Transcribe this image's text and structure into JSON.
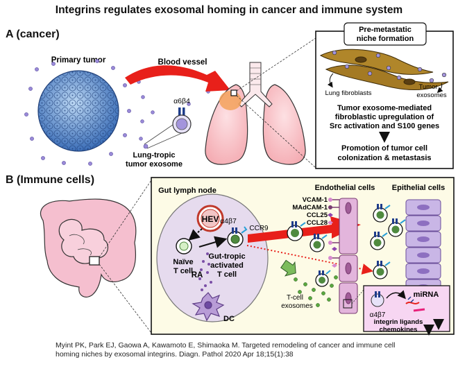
{
  "title": "Integrins regulates exosomal homing in cancer and immune system",
  "panel_a": {
    "label": "A (cancer)",
    "primary_tumor": "Primary tumor",
    "blood_vessel": "Blood vessel",
    "integrin": "α6β4",
    "exosome_label": [
      "Lung-tropic",
      "tumor exosome"
    ],
    "inset": {
      "header": [
        "Pre-metastatic",
        "niche formation"
      ],
      "lung_fibroblasts": "Lung fibroblasts",
      "tumor_exosomes": [
        "Tumor",
        "exosomes"
      ],
      "mechanism": [
        "Tumor exosome-mediated",
        "fibroblastic upregulation of",
        "Src activation and S100 genes"
      ],
      "outcome": [
        "Promotion of tumor cell",
        "colonization & metastasis"
      ]
    }
  },
  "panel_b": {
    "label": "B (Immune cells)",
    "gut_lymph_node": "Gut lymph node",
    "hev": "HEV",
    "naive": [
      "Naïve",
      "T cell"
    ],
    "ra": "RA",
    "dc": "DC",
    "a4b7": "α4β7",
    "ccr9": "CCR9",
    "activated": [
      "Gut-tropic",
      "activated",
      "T cell"
    ],
    "endothelial": "Endothelial cells",
    "epithelial": "Epithelial cells",
    "ligands": [
      "VCAM-1",
      "MAdCAM-1",
      "CCL25",
      "CCL28"
    ],
    "tcell_exosomes": [
      "T-cell",
      "exosomes"
    ],
    "mirna": "miRNA",
    "a4b7_small": "α4β7",
    "ligands_down": [
      "integrin ligands",
      "chemokines"
    ]
  },
  "citation": [
    "Myint PK, Park EJ, Gaowa A, Kawamoto E, Shimaoka M. Targeted remodeling of cancer and immune cell",
    "homing niches by exosomal integrins. Diagn. Pathol 2020 Apr 18;15(1):38"
  ],
  "colors": {
    "tumor": "#4a7fc4",
    "arrow_red": "#e8201a",
    "dots": "#9a8ad8",
    "lymph": "#e6dbee",
    "bg_b": "#fdfbe6",
    "green_cell": "#4f8a3f",
    "fibroblast": "#b0862a"
  }
}
